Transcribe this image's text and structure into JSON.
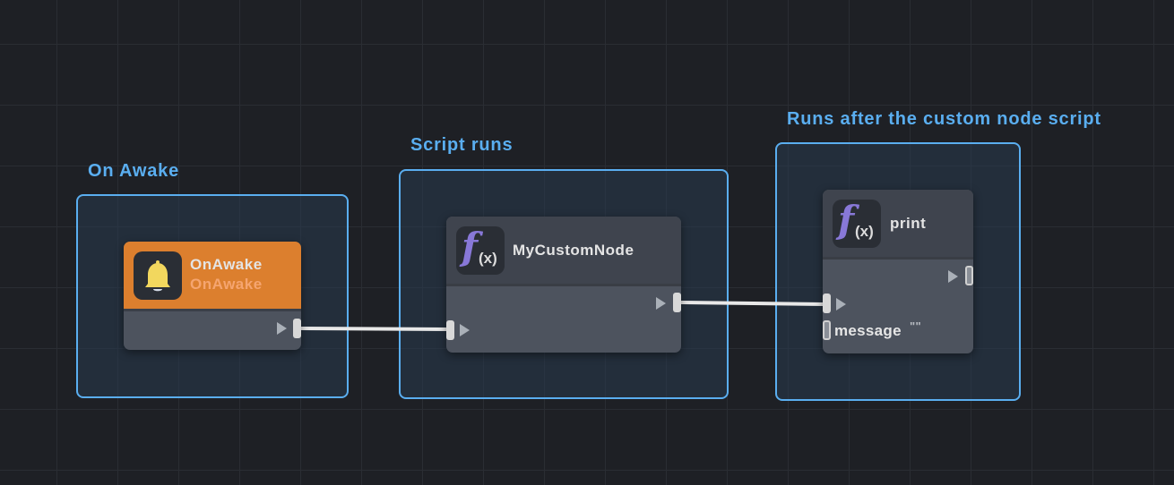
{
  "canvas": {
    "background": "#1e2025",
    "grid_color": "#2a2d33",
    "group_border_color": "#5aaef0"
  },
  "groups": [
    {
      "id": "on-awake",
      "title": "On Awake"
    },
    {
      "id": "script-runs",
      "title": "Script runs"
    },
    {
      "id": "runs-after",
      "title": "Runs after the custom node script"
    }
  ],
  "nodes": {
    "on_awake": {
      "title": "OnAwake",
      "subtitle": "OnAwake",
      "icon": "bell-icon",
      "header_color": "#dc7f2e"
    },
    "my_custom_node": {
      "title": "MyCustomNode",
      "icon": "function-icon",
      "icon_text": "f",
      "icon_args": "(x)"
    },
    "print": {
      "title": "print",
      "icon": "function-icon",
      "icon_text": "f",
      "icon_args": "(x)",
      "inputs": [
        {
          "name": "message",
          "value": "\"\""
        }
      ]
    }
  },
  "connections": [
    {
      "from": "on_awake.exec_out",
      "to": "my_custom_node.exec_in"
    },
    {
      "from": "my_custom_node.exec_out",
      "to": "print.exec_in"
    }
  ]
}
